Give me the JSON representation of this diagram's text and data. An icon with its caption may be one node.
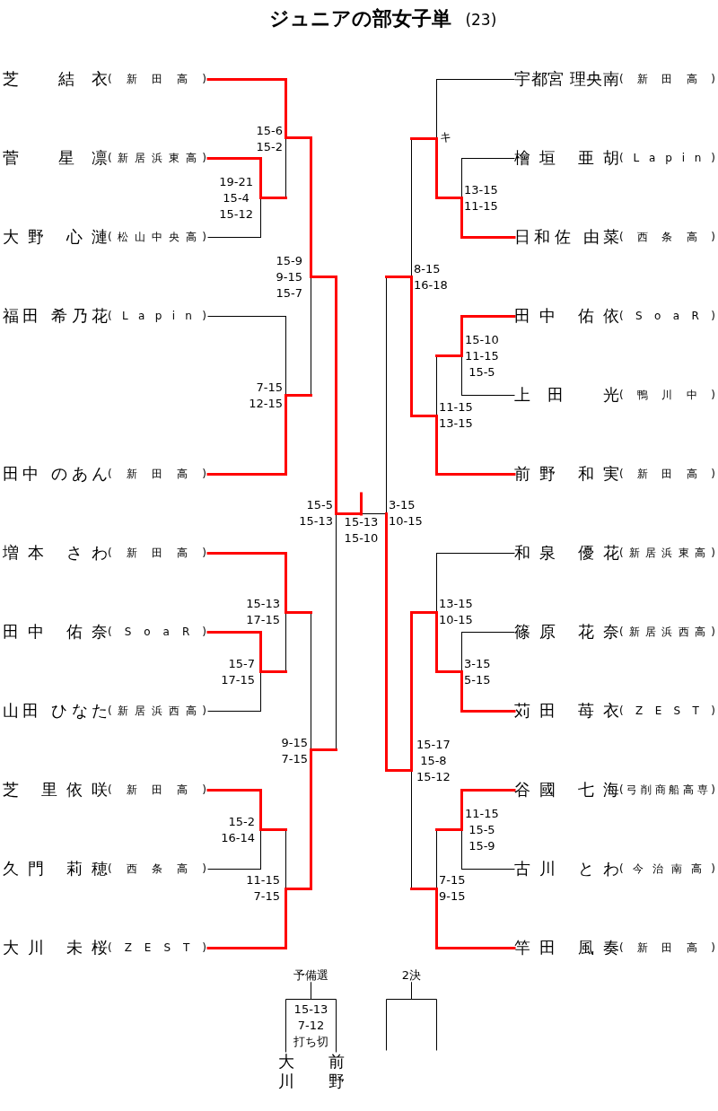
{
  "diagram": {
    "title": "**ジュニアの部女子単** (23)",
    "nodes": [
      {
        "text": [
          "芝 結衣",
          "(新田高)"
        ]
      },
      {
        "text": [
          "菅 星凛",
          "(新居浜東高)"
        ]
      },
      {
        "text": [
          "大野 心漣",
          "(松山中央高)"
        ]
      },
      {
        "text": [
          "福田 希乃花",
          "(Lapin)"
        ]
      },
      {
        "text": [
          "田中 のあん",
          "(新田高)"
        ]
      },
      {
        "text": [
          "増本 さわ",
          "(新田高)"
        ]
      },
      {
        "text": [
          "田中 佑奈",
          "(SoaR)"
        ]
      },
      {
        "text": [
          "山田 ひなた",
          "(新居浜西高)"
        ]
      },
      {
        "text": [
          "芝 里依咲",
          "(新田高)"
        ]
      },
      {
        "text": [
          "久門 莉穂",
          "(西条高)"
        ]
      },
      {
        "text": [
          "大川 未桜",
          "(ZEST)"
        ]
      },
      {
        "text": [
          "宇都宮 理央南",
          "(新田高)"
        ]
      },
      {
        "text": [
          "檜垣 亜胡",
          "(Lapin)"
        ]
      },
      {
        "text": [
          "日和佐 由菜",
          "(西条高)"
        ]
      },
      {
        "text": [
          "田中 佑依",
          "(SoaR)"
        ]
      },
      {
        "text": [
          "上田 光",
          "(鴨川中)"
        ]
      },
      {
        "text": [
          "前野 和実",
          "(新田高)"
        ]
      },
      {
        "text": [
          "和泉 優花",
          "(新居浜東高)"
        ]
      },
      {
        "text": [
          "篠原 花奈",
          "(新居浜西高)"
        ]
      },
      {
        "text": [
          "苅田 苺衣",
          "(ZEST)"
        ]
      },
      {
        "text": [
          "谷國 七海",
          "(弓削商船高専)"
        ]
      },
      {
        "text": [
          "古川 とわ",
          "(今治南高)"
        ]
      },
      {
        "text": [
          "竿田 風奏",
          "(新田高)"
        ]
      },
      {
        "text": [],
        "shape": "bar",
        "beside": [
          "19-21 15-4 15-12"
        ]
      },
      {
        "text": [],
        "shape": "bar",
        "beside": [
          "15-7 17-15"
        ]
      },
      {
        "text": [],
        "shape": "bar",
        "beside": [
          "15-2 16-14"
        ]
      },
      {
        "text": [],
        "shape": "bar",
        "beside": [
          "15-6 15-2"
        ]
      },
      {
        "text": [],
        "shape": "bar",
        "beside": [
          "7-15 12-15"
        ]
      },
      {
        "text": [],
        "shape": "bar",
        "beside": [
          "15-13 17-15"
        ]
      },
      {
        "text": [],
        "shape": "bar",
        "beside": [
          "11-15 7-15"
        ]
      },
      {
        "text": [],
        "shape": "bar",
        "beside": [
          "15-9 9-15 15-7"
        ]
      },
      {
        "text": [],
        "shape": "bar",
        "beside": [
          "9-15 7-15"
        ]
      },
      {
        "text": [],
        "shape": "bar",
        "beside": [
          "15-5 15-13"
        ]
      },
      {
        "text": [],
        "shape": "bar",
        "beside": [
          "3-15 10-15"
        ]
      },
      {
        "text": [],
        "shape": "bar",
        "beside": [
          "8-15 16-18"
        ]
      },
      {
        "text": [],
        "shape": "bar",
        "beside": [
          "15-17 15-8 15-12"
        ]
      },
      {
        "text": [],
        "shape": "bar",
        "beside": [
          "キ"
        ]
      },
      {
        "text": [],
        "shape": "bar",
        "beside": [
          "11-15 13-15"
        ]
      },
      {
        "text": [],
        "shape": "bar",
        "beside": [
          "13-15 10-15"
        ]
      },
      {
        "text": [],
        "shape": "bar",
        "beside": [
          "7-15 9-15"
        ]
      },
      {
        "text": [],
        "shape": "bar",
        "beside": [
          "13-15 11-15"
        ]
      },
      {
        "text": [],
        "shape": "bar",
        "beside": [
          "15-10 11-15 15-5"
        ]
      },
      {
        "text": [],
        "shape": "bar",
        "beside": [
          "3-15 5-15"
        ]
      },
      {
        "text": [],
        "shape": "bar",
        "beside": [
          "11-15 15-5 15-9"
        ]
      },
      {
        "text": [
          "15-13 15-10"
        ]
      },
      {
        "text": [
          "予備選"
        ]
      },
      {
        "text": [
          "大川"
        ]
      },
      {
        "text": [
          "前野"
        ]
      },
      {
        "text": [
          "2決"
        ]
      }
    ],
    "edges": [
      {
        "from": 0,
        "to": 26,
        "arrow": "none"
      },
      {
        "from": 1,
        "to": 23,
        "arrow": "none"
      },
      {
        "from": 2,
        "to": 23,
        "arrow": "none",
        "color": "#000000"
      },
      {
        "from": 23,
        "to": 26,
        "arrow": "none"
      },
      {
        "from": 3,
        "to": 27,
        "arrow": "none",
        "color": "#000000"
      },
      {
        "from": 4,
        "to": 27,
        "arrow": "none"
      },
      {
        "from": 26,
        "to": 30,
        "arrow": "none"
      },
      {
        "from": 27,
        "to": 30,
        "arrow": "none"
      },
      {
        "from": 5,
        "to": 28,
        "arrow": "none"
      },
      {
        "from": 6,
        "to": 24,
        "arrow": "none"
      },
      {
        "from": 7,
        "to": 24,
        "arrow": "none",
        "color": "#000000"
      },
      {
        "from": 24,
        "to": 28,
        "arrow": "none"
      },
      {
        "from": 8,
        "to": 25,
        "arrow": "none"
      },
      {
        "from": 9,
        "to": 25,
        "arrow": "none",
        "color": "#000000"
      },
      {
        "from": 25,
        "to": 29,
        "arrow": "none"
      },
      {
        "from": 10,
        "to": 29,
        "arrow": "none"
      },
      {
        "from": 28,
        "to": 31,
        "arrow": "none"
      },
      {
        "from": 29,
        "to": 31,
        "arrow": "none"
      },
      {
        "from": 30,
        "to": 32,
        "arrow": "none"
      },
      {
        "from": 31,
        "to": 32,
        "arrow": "none"
      },
      {
        "from": 11,
        "to": 36,
        "arrow": "none",
        "color": "#000000"
      },
      {
        "from": 12,
        "to": 40,
        "arrow": "none",
        "color": "#000000"
      },
      {
        "from": 13,
        "to": 40,
        "arrow": "none"
      },
      {
        "from": 40,
        "to": 36,
        "arrow": "none"
      },
      {
        "from": 14,
        "to": 41,
        "arrow": "none"
      },
      {
        "from": 15,
        "to": 41,
        "arrow": "none",
        "color": "#000000"
      },
      {
        "from": 41,
        "to": 37,
        "arrow": "none"
      },
      {
        "from": 16,
        "to": 37,
        "arrow": "none"
      },
      {
        "from": 36,
        "to": 34,
        "arrow": "none"
      },
      {
        "from": 37,
        "to": 34,
        "arrow": "none"
      },
      {
        "from": 17,
        "to": 38,
        "arrow": "none",
        "color": "#000000"
      },
      {
        "from": 18,
        "to": 42,
        "arrow": "none",
        "color": "#000000"
      },
      {
        "from": 19,
        "to": 42,
        "arrow": "none"
      },
      {
        "from": 42,
        "to": 38,
        "arrow": "none"
      },
      {
        "from": 20,
        "to": 43,
        "arrow": "none"
      },
      {
        "from": 21,
        "to": 43,
        "arrow": "none",
        "color": "#000000"
      },
      {
        "from": 43,
        "to": 39,
        "arrow": "none"
      },
      {
        "from": 22,
        "to": 39,
        "arrow": "none"
      },
      {
        "from": 38,
        "to": 35,
        "arrow": "none"
      },
      {
        "from": 39,
        "to": 35,
        "arrow": "none"
      },
      {
        "from": 34,
        "to": 33,
        "arrow": "none"
      },
      {
        "from": 35,
        "to": 33,
        "arrow": "none"
      },
      {
        "from": 32,
        "to": 44,
        "arrow": "none"
      },
      {
        "from": 33,
        "to": 44,
        "arrow": "none",
        "color": "#000000"
      },
      {
        "from": 44,
        "to": null,
        "arrow": "none"
      },
      {
        "from": 46,
        "to": 45,
        "arrow": "none",
        "color": "#000000"
      },
      {
        "from": 47,
        "to": 45,
        "arrow": "none",
        "color": "#000000"
      },
      {
        "from": null,
        "to": 48,
        "arrow": "none",
        "color": "#000000"
      },
      {
        "from": null,
        "to": 48,
        "arrow": "none",
        "color": "#000000"
      }
    ],
    "labels": [
      "15-13 7-12 打ち切"
    ]
  }
}
